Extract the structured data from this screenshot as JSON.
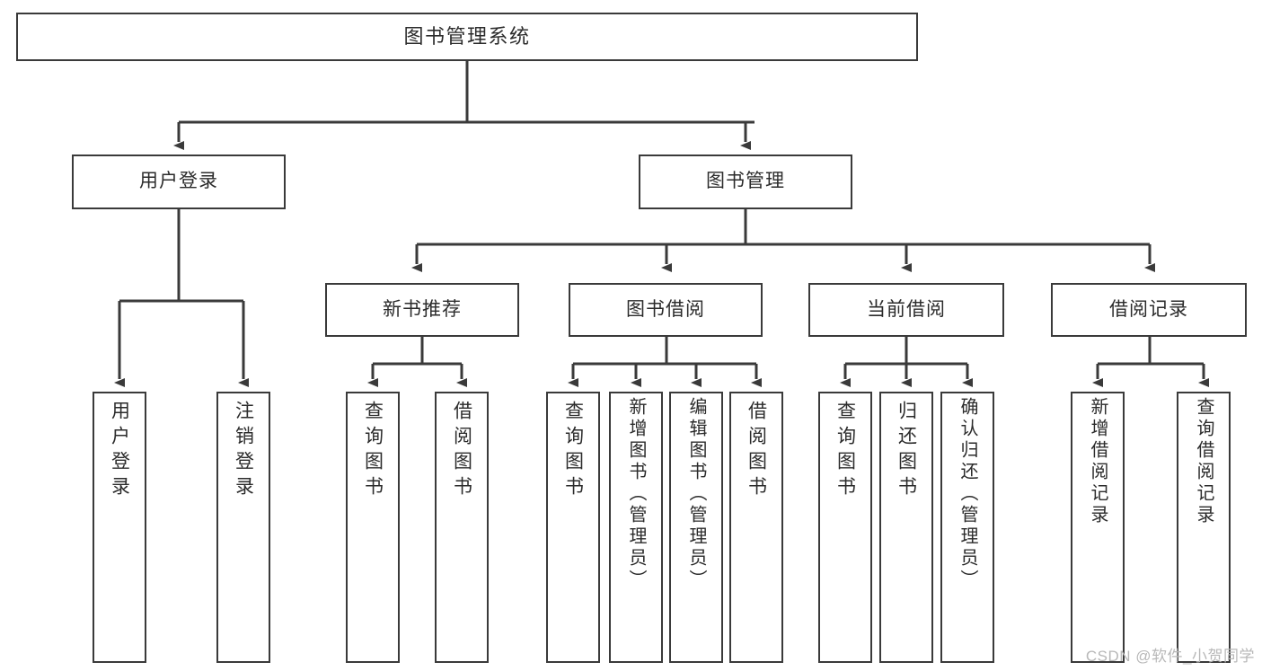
{
  "diagram": {
    "type": "tree",
    "title": "图书管理系统",
    "watermark": "CSDN @软件_小贺同学",
    "style": {
      "border_color": "#3a3a3a",
      "fill_color": "#ffffff",
      "text_color": "#2b2b2b",
      "line_color": "#3a3a3a",
      "watermark_color": "#b8b8b8"
    },
    "nodes": {
      "root": {
        "label": "图书管理系统"
      },
      "level2": [
        {
          "label": "用户登录"
        },
        {
          "label": "图书管理"
        }
      ],
      "level3": [
        {
          "label": "新书推荐"
        },
        {
          "label": "图书借阅"
        },
        {
          "label": "当前借阅"
        },
        {
          "label": "借阅记录"
        }
      ],
      "leaves": {
        "user_login": [
          {
            "label": "用户登录"
          },
          {
            "label": "注销登录"
          }
        ],
        "new_book_recommend": [
          {
            "label": "查询图书"
          },
          {
            "label": "借阅图书"
          }
        ],
        "book_borrow": [
          {
            "label": "查询图书"
          },
          {
            "label": "新增图书（管理员）"
          },
          {
            "label": "编辑图书（管理员）"
          },
          {
            "label": "借阅图书"
          }
        ],
        "current_borrow": [
          {
            "label": "查询图书"
          },
          {
            "label": "归还图书"
          },
          {
            "label": "确认归还（管理员）"
          }
        ],
        "borrow_record": [
          {
            "label": "新增借阅记录"
          },
          {
            "label": "查询借阅记录"
          }
        ]
      }
    }
  }
}
